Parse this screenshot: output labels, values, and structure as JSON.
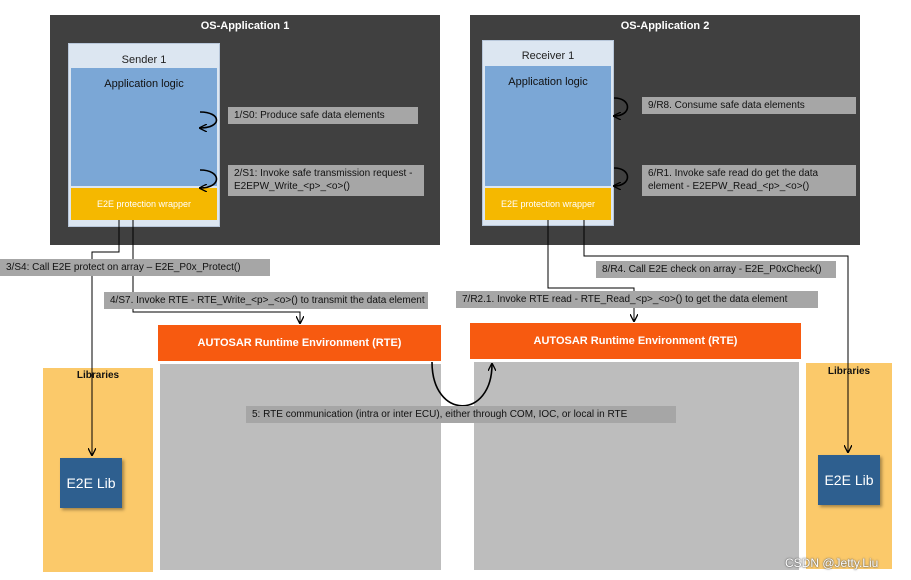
{
  "os_app_1": {
    "title": "OS-Application 1"
  },
  "os_app_2": {
    "title": "OS-Application 2"
  },
  "sender": {
    "title": "Sender 1",
    "app_logic": "Application logic",
    "wrapper": "E2E protection wrapper"
  },
  "receiver": {
    "title": "Receiver 1",
    "app_logic": "Application logic",
    "wrapper": "E2E protection wrapper"
  },
  "steps": {
    "s0": "1/S0: Produce safe data elements",
    "s1_line1": "2/S1: Invoke safe transmission request -",
    "s1_line2": "E2EPW_Write_<p>_<o>()",
    "s4": "3/S4: Call E2E protect on array  – E2E_P0x_Protect()",
    "s7": "4/S7. Invoke RTE - RTE_Write_<p>_<o>() to transmit the data element",
    "rte_comm": "5: RTE communication (intra or inter ECU), either through COM, IOC, or local in RTE",
    "r1_line1": "6/R1. Invoke safe read do get the data",
    "r1_line2": "element -  E2EPW_Read_<p>_<o>()",
    "r21": "7/R2.1. Invoke RTE read - RTE_Read_<p>_<o>() to get the data element",
    "r4": "8/R4. Call E2E check on array - E2E_P0xCheck()",
    "r8": "9/R8. Consume safe data elements"
  },
  "rte": {
    "left_label": "AUTOSAR Runtime Environment (RTE)",
    "right_label": "AUTOSAR Runtime Environment (RTE)"
  },
  "libraries": {
    "left_title": "Libraries",
    "right_title": "Libraries",
    "left_lib": "E2E Lib",
    "right_lib": "E2E Lib"
  },
  "watermark": "CSDN @Jetty.Liu",
  "colors": {
    "os_box": "#404040",
    "app_logic": "#7ba7d6",
    "swc": "#dce6f1",
    "wrapper": "#f5b800",
    "rte": "#f75a10",
    "rte_area": "#bdbdbd",
    "libraries": "#fbc96a",
    "lib_box": "#2e5f8f",
    "note": "#a6a6a6"
  }
}
